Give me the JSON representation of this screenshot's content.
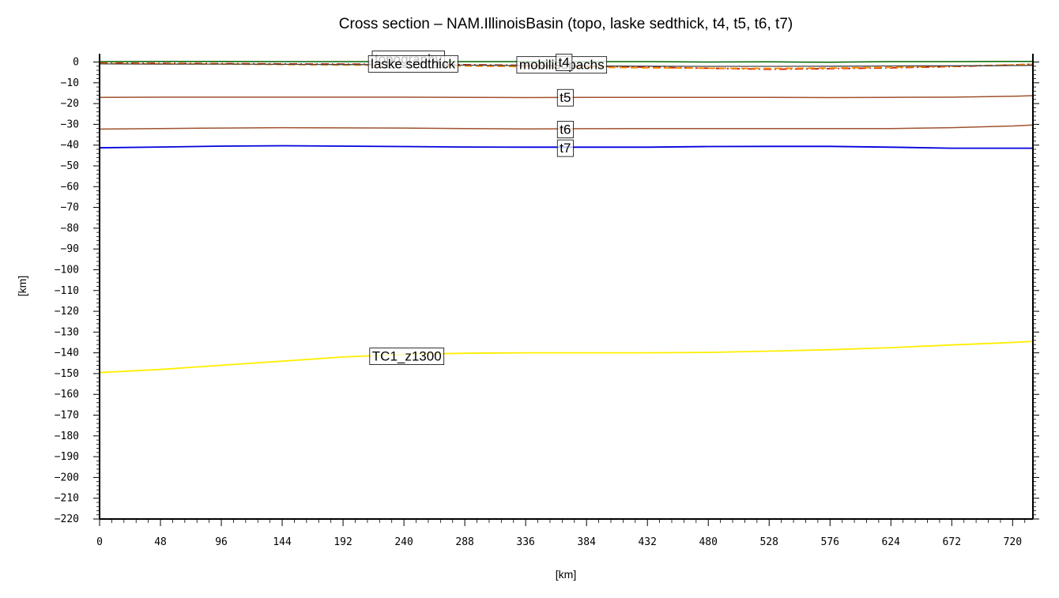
{
  "chart_data": {
    "type": "line",
    "title": "Cross section – NAM.IllinoisBasin (topo, laske sedthick, t4, t5, t6, t7)",
    "xlabel": "[km]",
    "ylabel": "[km]",
    "xlim": [
      0,
      736
    ],
    "ylim": [
      -220,
      4
    ],
    "xticks": [
      0,
      48,
      96,
      144,
      192,
      240,
      288,
      336,
      384,
      432,
      480,
      528,
      576,
      624,
      672,
      720
    ],
    "yticks": [
      0,
      -10,
      -20,
      -30,
      -40,
      -50,
      -60,
      -70,
      -80,
      -90,
      -100,
      -110,
      -120,
      -130,
      -140,
      -150,
      -160,
      -170,
      -180,
      -190,
      -200,
      -210,
      -220
    ],
    "grid": false,
    "series": [
      {
        "name": "topography",
        "color": "#006400",
        "dash": "solid",
        "width": 1.5,
        "x": [
          0,
          48,
          96,
          144,
          192,
          240,
          288,
          336,
          384,
          432,
          480,
          528,
          576,
          624,
          672,
          720,
          736
        ],
        "y": [
          0.2,
          0.3,
          0.3,
          0.2,
          0.2,
          0.2,
          0.2,
          0.2,
          0.2,
          0.2,
          0.0,
          0.1,
          -0.1,
          0.2,
          0.2,
          0.3,
          0.3
        ]
      },
      {
        "name": "laske sedthick",
        "color": "#cc2200",
        "dash": "dashdot",
        "width": 1.8,
        "x": [
          0,
          48,
          96,
          144,
          192,
          240,
          288,
          336,
          384,
          432,
          480,
          528,
          576,
          624,
          672,
          720,
          736
        ],
        "y": [
          -0.5,
          -0.6,
          -0.7,
          -0.9,
          -1.0,
          -1.1,
          -1.3,
          -1.6,
          -2.0,
          -2.5,
          -3.0,
          -3.5,
          -3.2,
          -2.8,
          -2.2,
          -1.4,
          -1.0
        ]
      },
      {
        "name": "mobilisopachs",
        "color": "#ff8800",
        "dash": "dashed",
        "width": 1.8,
        "x": [
          0,
          48,
          96,
          144,
          192,
          240,
          288,
          336,
          384,
          432,
          480,
          528,
          576,
          624,
          672,
          720,
          736
        ],
        "y": [
          -0.8,
          -0.9,
          -1.0,
          -1.2,
          -1.4,
          -1.6,
          -1.9,
          -2.2,
          -2.5,
          -2.8,
          -3.0,
          -3.1,
          -2.9,
          -2.5,
          -2.0,
          -1.4,
          -1.1
        ]
      },
      {
        "name": "t4",
        "color": "#444444",
        "dash": "solid",
        "width": 1.3,
        "x": [
          0,
          48,
          96,
          144,
          192,
          240,
          288,
          336,
          384,
          432,
          480,
          528,
          576,
          624,
          672,
          720,
          736
        ],
        "y": [
          -0.9,
          -1.0,
          -1.0,
          -1.1,
          -1.2,
          -1.3,
          -1.5,
          -1.7,
          -1.9,
          -2.0,
          -2.1,
          -2.1,
          -2.0,
          -1.9,
          -1.8,
          -1.7,
          -1.6
        ]
      },
      {
        "name": "t5",
        "color": "#a0522d",
        "dash": "solid",
        "width": 1.5,
        "x": [
          0,
          48,
          96,
          144,
          192,
          240,
          288,
          336,
          384,
          432,
          480,
          528,
          576,
          624,
          672,
          720,
          736
        ],
        "y": [
          -17.0,
          -16.9,
          -16.9,
          -16.9,
          -16.9,
          -16.9,
          -17.0,
          -17.1,
          -17.0,
          -17.0,
          -17.0,
          -17.0,
          -17.1,
          -17.0,
          -16.9,
          -16.5,
          -16.2
        ]
      },
      {
        "name": "t6",
        "color": "#a0522d",
        "dash": "solid",
        "width": 1.5,
        "x": [
          0,
          48,
          96,
          144,
          192,
          240,
          288,
          336,
          384,
          432,
          480,
          528,
          576,
          624,
          672,
          720,
          736
        ],
        "y": [
          -32.3,
          -32.0,
          -31.8,
          -31.6,
          -31.7,
          -31.8,
          -32.0,
          -32.2,
          -32.1,
          -32.0,
          -32.0,
          -32.0,
          -32.0,
          -32.0,
          -31.6,
          -30.8,
          -30.3
        ]
      },
      {
        "name": "t7",
        "color": "#0000dd",
        "dash": "solid",
        "width": 1.8,
        "x": [
          0,
          48,
          96,
          144,
          192,
          240,
          288,
          336,
          384,
          432,
          480,
          528,
          576,
          624,
          672,
          720,
          736
        ],
        "y": [
          -41.3,
          -40.9,
          -40.5,
          -40.3,
          -40.5,
          -40.7,
          -40.9,
          -41.0,
          -41.0,
          -41.0,
          -40.7,
          -40.6,
          -40.6,
          -41.0,
          -41.5,
          -41.5,
          -41.5
        ]
      },
      {
        "name": "TC1_z1300",
        "color": "#ffee00",
        "dash": "solid",
        "width": 1.8,
        "x": [
          0,
          48,
          96,
          144,
          192,
          240,
          288,
          336,
          384,
          432,
          480,
          528,
          576,
          624,
          672,
          720,
          736
        ],
        "y": [
          -149.5,
          -148.0,
          -146.0,
          -144.0,
          -142.0,
          -140.8,
          -140.2,
          -140.0,
          -140.0,
          -140.0,
          -139.8,
          -139.2,
          -138.5,
          -137.5,
          -136.2,
          -135.0,
          -134.5
        ]
      }
    ],
    "labels": [
      {
        "text": "topography",
        "x": 215,
        "y": 1.5
      },
      {
        "text": "laske sedthick",
        "x": 212,
        "y": -0.7
      },
      {
        "text": "mobilisopachs",
        "x": 329,
        "y": -1.2
      },
      {
        "text": "t4",
        "x": 360,
        "y": 0.0
      },
      {
        "text": "t5",
        "x": 361,
        "y": -17.0
      },
      {
        "text": "t6",
        "x": 361,
        "y": -32.3
      },
      {
        "text": "t7",
        "x": 361,
        "y": -41.3
      },
      {
        "text": "TC1_z1300",
        "x": 213,
        "y": -141.5
      }
    ]
  }
}
